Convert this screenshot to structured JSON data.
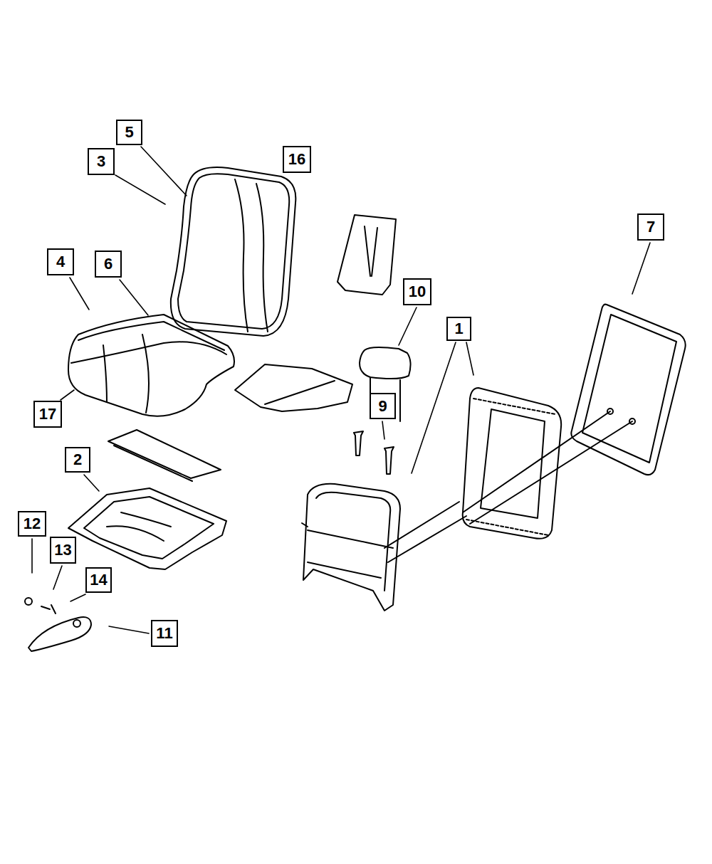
{
  "diagram": {
    "nodes": [
      {
        "text": [
          "5"
        ]
      },
      {
        "text": [
          "3"
        ]
      },
      {
        "text": [
          "16"
        ]
      },
      {
        "text": [
          "7"
        ]
      },
      {
        "text": [
          "4"
        ]
      },
      {
        "text": [
          "6"
        ]
      },
      {
        "text": [
          "10"
        ]
      },
      {
        "text": [
          "1"
        ]
      },
      {
        "text": [
          "9"
        ]
      },
      {
        "text": [
          "17"
        ]
      },
      {
        "text": [
          "2"
        ]
      },
      {
        "text": [
          "12"
        ]
      },
      {
        "text": [
          "13"
        ]
      },
      {
        "text": [
          "14"
        ]
      },
      {
        "text": [
          "11"
        ]
      }
    ]
  }
}
